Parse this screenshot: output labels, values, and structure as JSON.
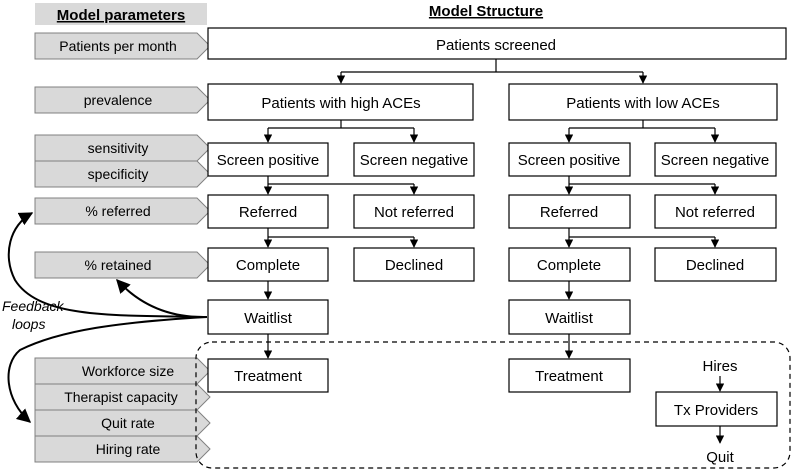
{
  "headers": {
    "parameters": "Model parameters",
    "structure": "Model Structure"
  },
  "parameters": {
    "patients_per_month": "Patients per month",
    "prevalence": "prevalence",
    "sensitivity": "sensitivity",
    "specificity": "specificity",
    "pct_referred": "% referred",
    "pct_retained": "% retained",
    "workforce_size": "Workforce size",
    "therapist_capacity": "Therapist capacity",
    "quit_rate": "Quit rate",
    "hiring_rate": "Hiring rate"
  },
  "feedback": {
    "line1": "Feedback",
    "line2": "loops"
  },
  "nodes": {
    "patients_screened": "Patients screened",
    "high_aces": "Patients with high ACEs",
    "low_aces": "Patients with low ACEs",
    "high_screen_positive": "Screen positive",
    "high_screen_negative": "Screen negative",
    "low_screen_positive": "Screen positive",
    "low_screen_negative": "Screen negative",
    "high_referred": "Referred",
    "high_not_referred": "Not referred",
    "low_referred": "Referred",
    "low_not_referred": "Not referred",
    "high_complete": "Complete",
    "high_declined": "Declined",
    "low_complete": "Complete",
    "low_declined": "Declined",
    "high_waitlist": "Waitlist",
    "low_waitlist": "Waitlist",
    "high_treatment": "Treatment",
    "low_treatment": "Treatment",
    "hires": "Hires",
    "tx_providers": "Tx Providers",
    "quit": "Quit"
  },
  "colors": {
    "param_fill": "#d9d9d9",
    "param_stroke": "#808080",
    "header_fill": "#d9d9d9",
    "line": "#000000"
  }
}
